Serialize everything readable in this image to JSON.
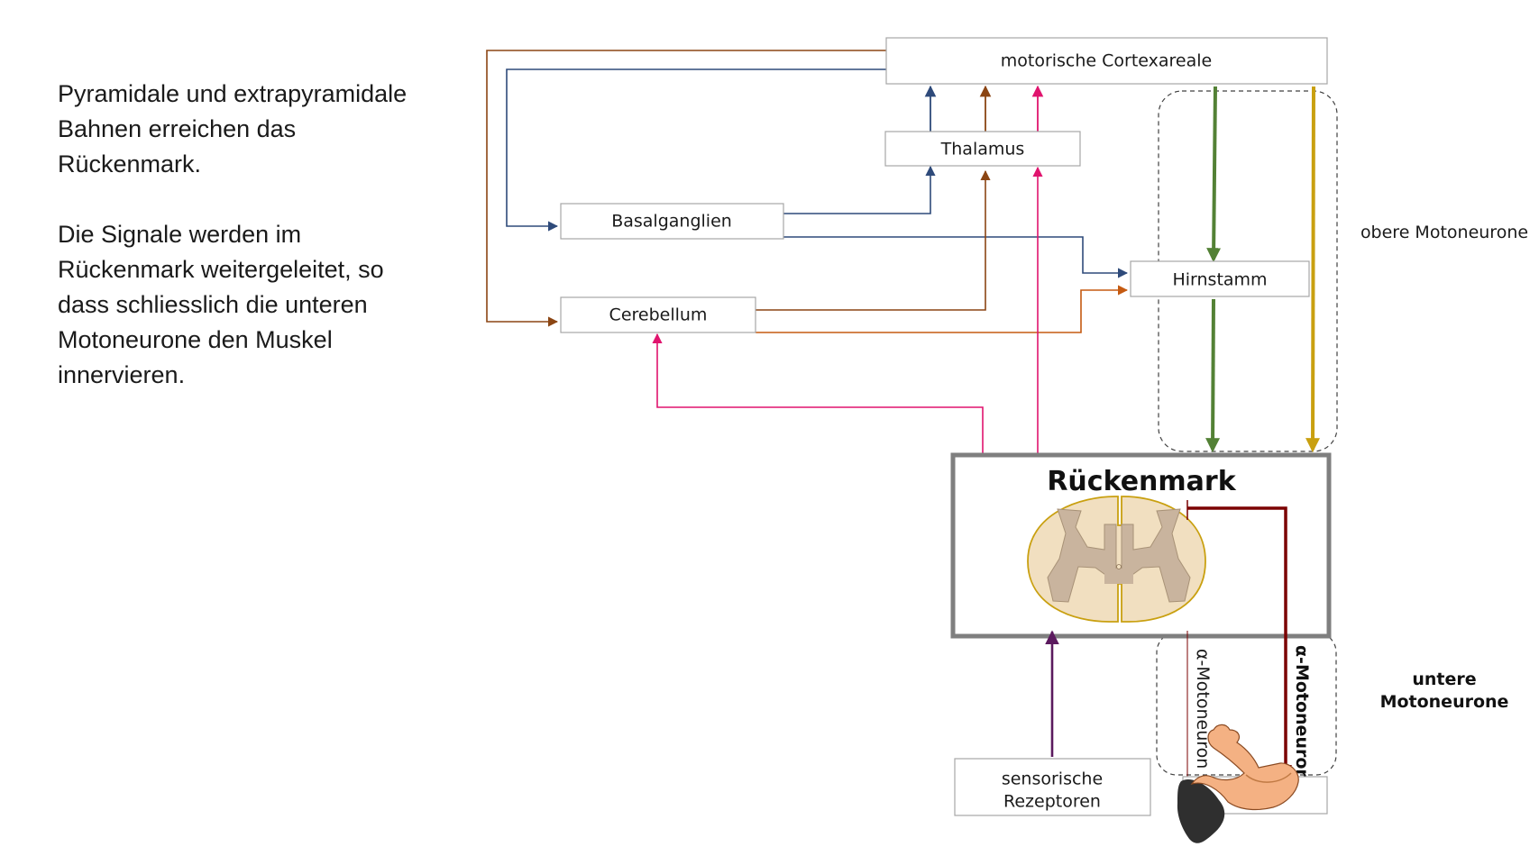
{
  "intro": {
    "lines": [
      "Pyramidale und extrapyramidale",
      "Bahnen erreichen das",
      "Rückenmark.",
      "",
      "Die Signale werden im",
      "Rückenmark weitergeleitet, so",
      "dass schliesslich die unteren",
      "Motoneurone den Muskel",
      "innervieren."
    ]
  },
  "nodes": {
    "cortex": "motorische Cortexareale",
    "thalamus": "Thalamus",
    "basal": "Basalganglien",
    "cerebellum": "Cerebellum",
    "brainstem": "Hirnstamm",
    "spinal": "Rückenmark",
    "sensory_1": "sensorische",
    "sensory_2": "Rezeptoren"
  },
  "labels": {
    "upper": "obere Motoneurone",
    "lower_1": "untere",
    "lower_2": "Motoneurone",
    "alpha_thin": "α-Motoneuron",
    "alpha_bold": "α-Motoneuron"
  },
  "colors": {
    "blue": "#2e4a7a",
    "brown": "#8b4513",
    "orange": "#c55a11",
    "pink": "#e0146e",
    "green": "#538135",
    "gold": "#c9a010",
    "darkred": "#7b0000",
    "purple": "#5b1a5e",
    "spinal_border": "#7f7f7f",
    "white_matter": "#f1dfc0",
    "grey_matter": "#c9b49e"
  }
}
